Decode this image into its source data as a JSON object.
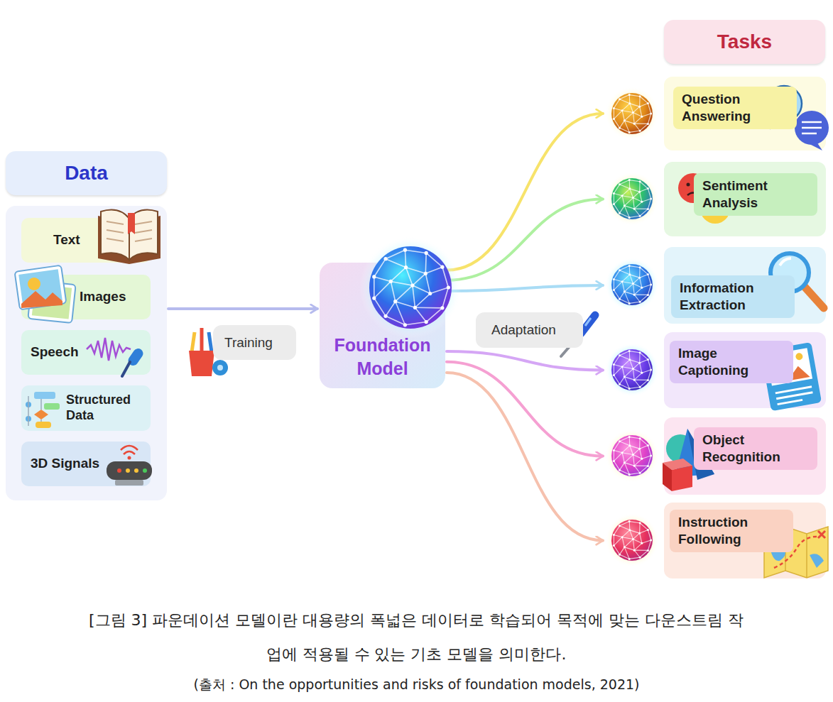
{
  "diagram": {
    "caption": "[그림 3] 파운데이션 모델이란 대용량의 폭넓은 데이터로 학습되어 목적에 맞는 다운스트림 작업에 적용될 수 있는 기초 모델을 의미한다.",
    "nodes": [
      {
        "text": [
          "Data"
        ]
      },
      {
        "text": [
          "Text"
        ],
        "in": 0
      },
      {
        "text": [
          "Images"
        ],
        "in": 0
      },
      {
        "text": [
          "Speech"
        ],
        "in": 0
      },
      {
        "text": [
          "Structured Data"
        ],
        "in": 0
      },
      {
        "text": [
          "3D Signals"
        ],
        "in": 0
      },
      {
        "text": [
          "Foundation Model"
        ]
      },
      {
        "text": [
          "Tasks"
        ]
      },
      {
        "text": [
          "Question Answering"
        ]
      },
      {
        "text": [
          "Sentiment Analysis"
        ]
      },
      {
        "text": [
          "Information Extraction"
        ]
      },
      {
        "text": [
          "Image Captioning"
        ]
      },
      {
        "text": [
          "Object Recognition"
        ]
      },
      {
        "text": [
          "Instruction Following"
        ]
      }
    ],
    "edges": [
      {
        "from": 0,
        "to": 6,
        "arrow": "to",
        "label": "Training"
      },
      {
        "from": 6,
        "to": 8,
        "arrow": "to"
      },
      {
        "from": 6,
        "to": 9,
        "arrow": "to"
      },
      {
        "from": 6,
        "to": 10,
        "arrow": "to"
      },
      {
        "from": 6,
        "to": 11,
        "arrow": "to"
      },
      {
        "from": 6,
        "to": 12,
        "arrow": "to"
      },
      {
        "from": 6,
        "to": 13,
        "arrow": "to"
      }
    ],
    "labels": [
      "Adaptation",
      "(출처 : On the opportunities and risks of foundation models, 2021)"
    ]
  }
}
